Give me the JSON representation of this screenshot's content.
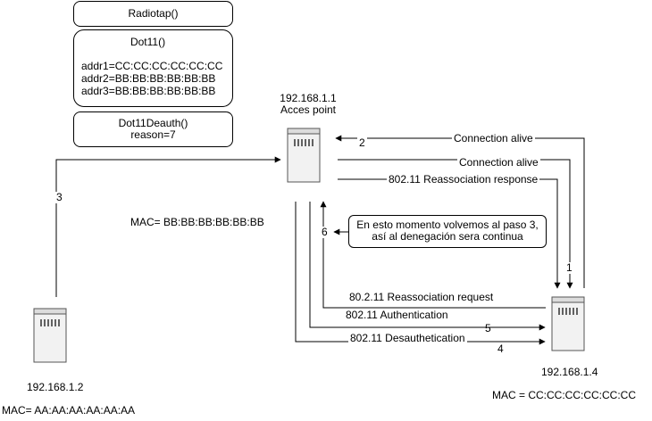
{
  "packet": {
    "radiotap": "Radiotap()",
    "dot11": {
      "title": "Dot11()",
      "addr1": "addr1=CC:CC:CC:CC:CC:CC",
      "addr2": "addr2=BB:BB:BB:BB:BB:BB",
      "addr3": "addr3=BB:BB:BB:BB:BB:BB"
    },
    "deauth": {
      "title": "Dot11Deauth()",
      "reason": "reason=7"
    }
  },
  "access_point": {
    "ip": "192.168.1.1",
    "name": "Acces point",
    "mac": "MAC= BB:BB:BB:BB:BB:BB"
  },
  "attacker": {
    "ip": "192.168.1.2",
    "mac": "MAC= AA:AA:AA:AA:AA:AA"
  },
  "client": {
    "ip": "192.168.1.4",
    "mac": "MAC = CC:CC:CC:CC:CC:CC"
  },
  "note": {
    "line1": "En esto momento volvemos al paso 3,",
    "line2": "así al denegación sera continua"
  },
  "edges": {
    "connection_alive_1": "Connection alive",
    "connection_alive_2": "Connection alive",
    "reassoc_response": "802.11 Reassociation response",
    "reassoc_request": "80.2.11 Reassociation request",
    "authentication": "802.11 Authentication",
    "deauthentication": "802.11 Desauthetication"
  },
  "steps": {
    "s1": "1",
    "s2": "2",
    "s3": "3",
    "s4": "4",
    "s5": "5",
    "s6": "6"
  },
  "colors": {
    "line": "#000000",
    "server_fill": "#f2f2f2",
    "server_stroke": "#555555"
  }
}
